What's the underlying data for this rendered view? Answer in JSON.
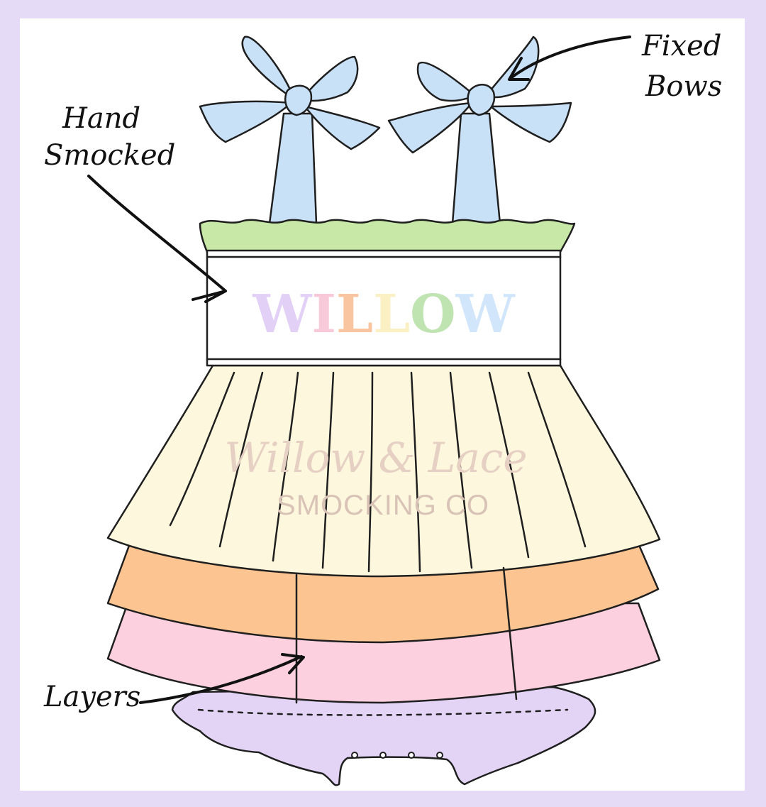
{
  "smocked_name": {
    "letters": [
      {
        "char": "W",
        "color": "#e2d0f6"
      },
      {
        "char": "I",
        "color": "#f8c9d8"
      },
      {
        "char": "L",
        "color": "#f9c5a0"
      },
      {
        "char": "L",
        "color": "#fbefc4"
      },
      {
        "char": "O",
        "color": "#bfe4b2"
      },
      {
        "char": "W",
        "color": "#d2e6fb"
      }
    ]
  },
  "annotations": {
    "hand_smocked": {
      "line1": "Hand",
      "line2": "Smocked"
    },
    "fixed_bows": {
      "line1": "Fixed",
      "line2": "Bows"
    },
    "layers": {
      "line1": "Layers"
    }
  },
  "watermark": {
    "line1": "Willow & Lace",
    "line2": "SMOCKING CO"
  },
  "colors": {
    "frame": "#e6dbf6",
    "bows": "#c9e1f7",
    "ruffle": "#c7e8a6",
    "skirt_top": "#fdf8dd",
    "skirt_middle": "#fcc490",
    "skirt_bottom": "#fcd0de",
    "bloomer": "#e3d4f6"
  }
}
